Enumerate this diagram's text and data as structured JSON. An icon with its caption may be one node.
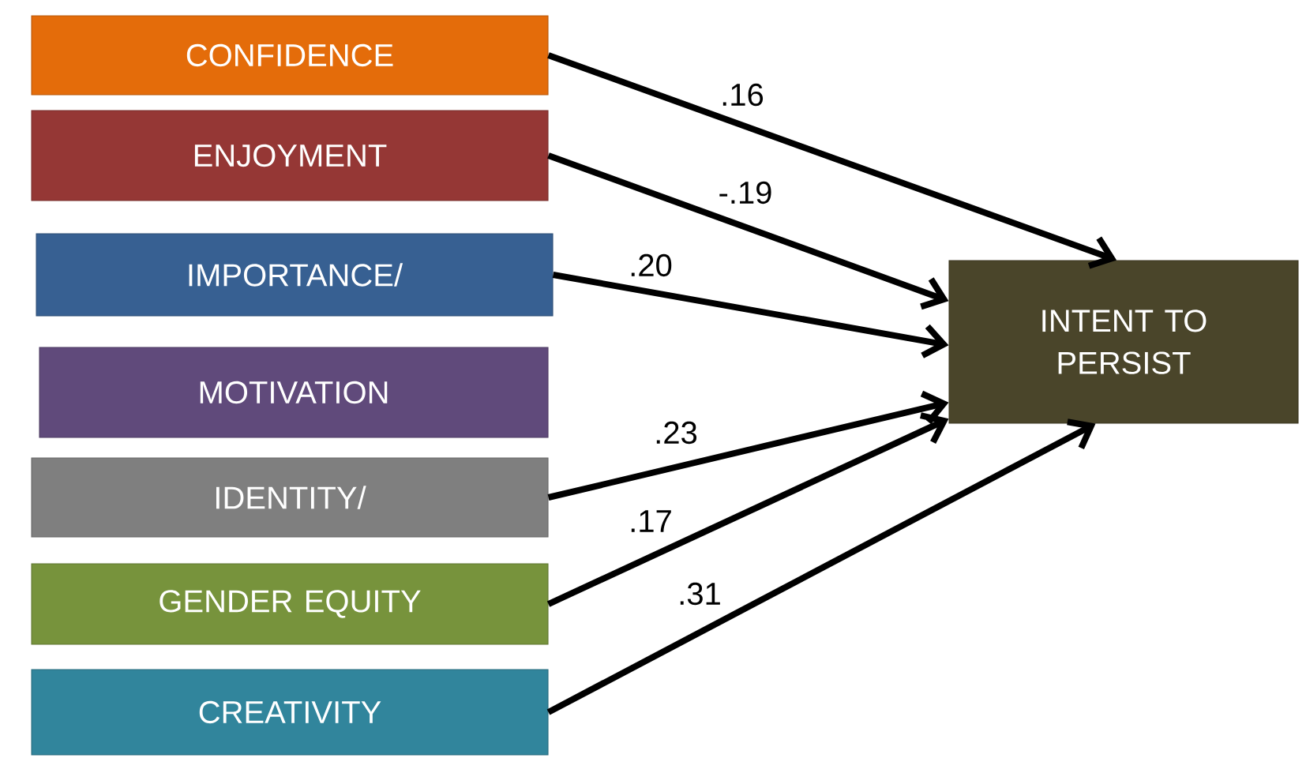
{
  "diagram": {
    "nodes": [
      {
        "text": [
          "CONFIDENCE"
        ]
      },
      {
        "text": [
          "ENJOYMENT"
        ]
      },
      {
        "text": [
          "IMPORTANCE/"
        ]
      },
      {
        "text": [
          "MOTIVATION"
        ]
      },
      {
        "text": [
          "IDENTITY/"
        ]
      },
      {
        "text": [
          "GENDER EQUITY"
        ]
      },
      {
        "text": [
          "CREATIVITY"
        ]
      },
      {
        "text": [
          "INTENT TO PERSIST"
        ]
      }
    ],
    "edges": [
      {
        "from": 0,
        "to": 7,
        "arrow": "to",
        "label": ".16"
      },
      {
        "from": 1,
        "to": 7,
        "arrow": "to",
        "label": "-.19"
      },
      {
        "from": 2,
        "to": 7,
        "arrow": "to",
        "label": ".20"
      },
      {
        "from": 4,
        "to": 7,
        "arrow": "to",
        "label": ".23"
      },
      {
        "from": 5,
        "to": 7,
        "arrow": "to",
        "label": ".17"
      },
      {
        "from": 6,
        "to": 7,
        "arrow": "to",
        "label": ".31"
      }
    ]
  }
}
